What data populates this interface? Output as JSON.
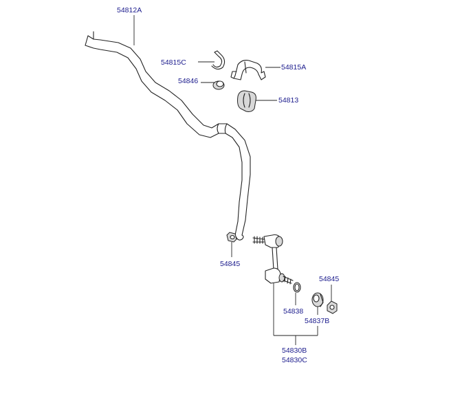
{
  "labels": {
    "bar": "54812A",
    "clip": "54815C",
    "bracket": "54815A",
    "bushing_small": "54846",
    "bushing": "54813",
    "nut_upper": "54845",
    "washer": "54838",
    "nut_lower": "54845",
    "dust_cover": "54837B",
    "link_b": "54830B",
    "link_c": "54830C"
  }
}
